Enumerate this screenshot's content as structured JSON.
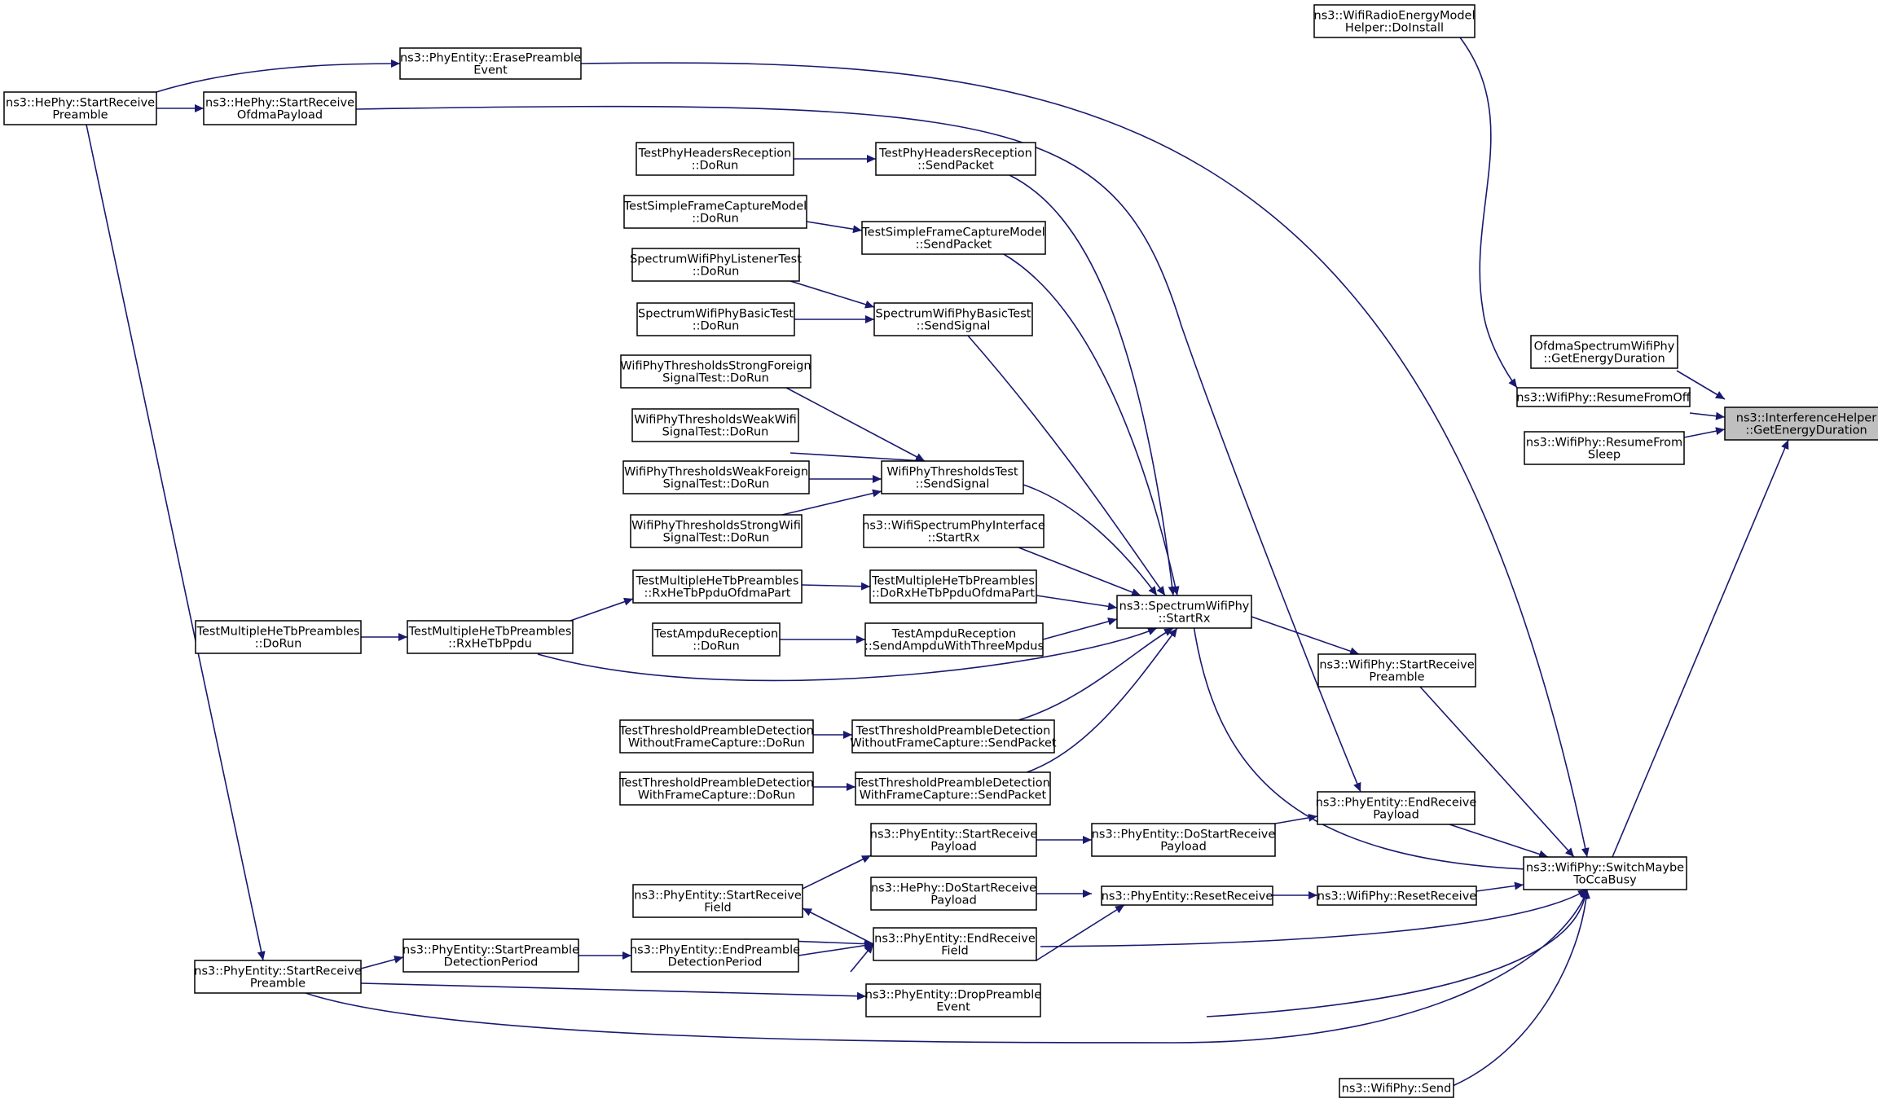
{
  "graph": {
    "edge_color": "#191970",
    "highlight_color": "#bfbfbf",
    "nodes": {
      "ih": {
        "lines": [
          "ns3::InterferenceHelper",
          "::GetEnergyDuration"
        ],
        "highlight": true
      },
      "osw": {
        "lines": [
          "OfdmaSpectrumWifiPhy",
          "::GetEnergyDuration"
        ]
      },
      "rfo": {
        "lines": [
          "ns3::WifiPhy::ResumeFromOff"
        ]
      },
      "rfs": {
        "lines": [
          "ns3::WifiPhy::ResumeFrom",
          "Sleep"
        ]
      },
      "wre": {
        "lines": [
          "ns3::WifiRadioEnergyModel",
          "Helper::DoInstall"
        ]
      },
      "smc": {
        "lines": [
          "ns3::WifiPhy::SwitchMaybe",
          "ToCcaBusy"
        ]
      },
      "ssr": {
        "lines": [
          "ns3::SpectrumWifiPhy",
          "::StartRx"
        ]
      },
      "srp": {
        "lines": [
          "ns3::WifiPhy::StartReceive",
          "Preamble"
        ]
      },
      "erpl": {
        "lines": [
          "ns3::PhyEntity::EndReceive",
          "Payload"
        ]
      },
      "wrr": {
        "lines": [
          "ns3::WifiPhy::ResetReceive"
        ]
      },
      "wsend": {
        "lines": [
          "ns3::WifiPhy::Send"
        ]
      },
      "pesr": {
        "lines": [
          "ns3::PhyEntity::ResetReceive"
        ]
      },
      "pdsr": {
        "lines": [
          "ns3::PhyEntity::DoStartReceive",
          "Payload"
        ]
      },
      "psrpl": {
        "lines": [
          "ns3::PhyEntity::StartReceive",
          "Payload"
        ]
      },
      "hdsr": {
        "lines": [
          "ns3::HePhy::DoStartReceive",
          "Payload"
        ]
      },
      "perf": {
        "lines": [
          "ns3::PhyEntity::EndReceive",
          "Field"
        ]
      },
      "psrf": {
        "lines": [
          "ns3::PhyEntity::StartReceive",
          "Field"
        ]
      },
      "pepd": {
        "lines": [
          "ns3::PhyEntity::EndPreamble",
          "DetectionPeriod"
        ]
      },
      "pspd": {
        "lines": [
          "ns3::PhyEntity::StartPreamble",
          "DetectionPeriod"
        ]
      },
      "psrp": {
        "lines": [
          "ns3::PhyEntity::StartReceive",
          "Preamble"
        ]
      },
      "pdpe": {
        "lines": [
          "ns3::PhyEntity::DropPreamble",
          "Event"
        ]
      },
      "pee": {
        "lines": [
          "ns3::PhyEntity::ErasePreamble",
          "Event"
        ]
      },
      "hsrp": {
        "lines": [
          "ns3::HePhy::StartReceive",
          "Preamble"
        ]
      },
      "hsrop": {
        "lines": [
          "ns3::HePhy::StartReceive",
          "OfdmaPayload"
        ]
      },
      "tphs": {
        "lines": [
          "TestPhyHeadersReception",
          "::SendPacket"
        ]
      },
      "tphd": {
        "lines": [
          "TestPhyHeadersReception",
          "::DoRun"
        ]
      },
      "tsfs": {
        "lines": [
          "TestSimpleFrameCaptureModel",
          "::SendPacket"
        ]
      },
      "tsfd": {
        "lines": [
          "TestSimpleFrameCaptureModel",
          "::DoRun"
        ]
      },
      "swbs": {
        "lines": [
          "SpectrumWifiPhyBasicTest",
          "::SendSignal"
        ]
      },
      "swld": {
        "lines": [
          "SpectrumWifiPhyListenerTest",
          "::DoRun"
        ]
      },
      "swbd": {
        "lines": [
          "SpectrumWifiPhyBasicTest",
          "::DoRun"
        ]
      },
      "wtss": {
        "lines": [
          "WifiPhyThresholdsTest",
          "::SendSignal"
        ]
      },
      "wtsf": {
        "lines": [
          "WifiPhyThresholdsStrongForeign",
          "SignalTest::DoRun"
        ]
      },
      "wtww": {
        "lines": [
          "WifiPhyThresholdsWeakWifi",
          "SignalTest::DoRun"
        ]
      },
      "wtwf": {
        "lines": [
          "WifiPhyThresholdsWeakForeign",
          "SignalTest::DoRun"
        ]
      },
      "wtsw": {
        "lines": [
          "WifiPhyThresholdsStrongWifi",
          "SignalTest::DoRun"
        ]
      },
      "wspi": {
        "lines": [
          "ns3::WifiSpectrumPhyInterface",
          "::StartRx"
        ]
      },
      "tmdo": {
        "lines": [
          "TestMultipleHeTbPreambles",
          "::DoRxHeTbPpduOfdmaPart"
        ]
      },
      "tmro": {
        "lines": [
          "TestMultipleHeTbPreambles",
          "::RxHeTbPpduOfdmaPart"
        ]
      },
      "tmrx": {
        "lines": [
          "TestMultipleHeTbPreambles",
          "::RxHeTbPpdu"
        ]
      },
      "tmdr": {
        "lines": [
          "TestMultipleHeTbPreambles",
          "::DoRun"
        ]
      },
      "tars": {
        "lines": [
          "TestAmpduReception",
          "::SendAmpduWithThreeMpdus"
        ]
      },
      "tard": {
        "lines": [
          "TestAmpduReception",
          "::DoRun"
        ]
      },
      "tpws": {
        "lines": [
          "TestThresholdPreambleDetection",
          "WithoutFrameCapture::SendPacket"
        ]
      },
      "tpwd": {
        "lines": [
          "TestThresholdPreambleDetection",
          "WithoutFrameCapture::DoRun"
        ]
      },
      "tpfs": {
        "lines": [
          "TestThresholdPreambleDetection",
          "WithFrameCapture::SendPacket"
        ]
      },
      "tpfd": {
        "lines": [
          "TestThresholdPreambleDetection",
          "WithFrameCapture::DoRun"
        ]
      }
    }
  }
}
